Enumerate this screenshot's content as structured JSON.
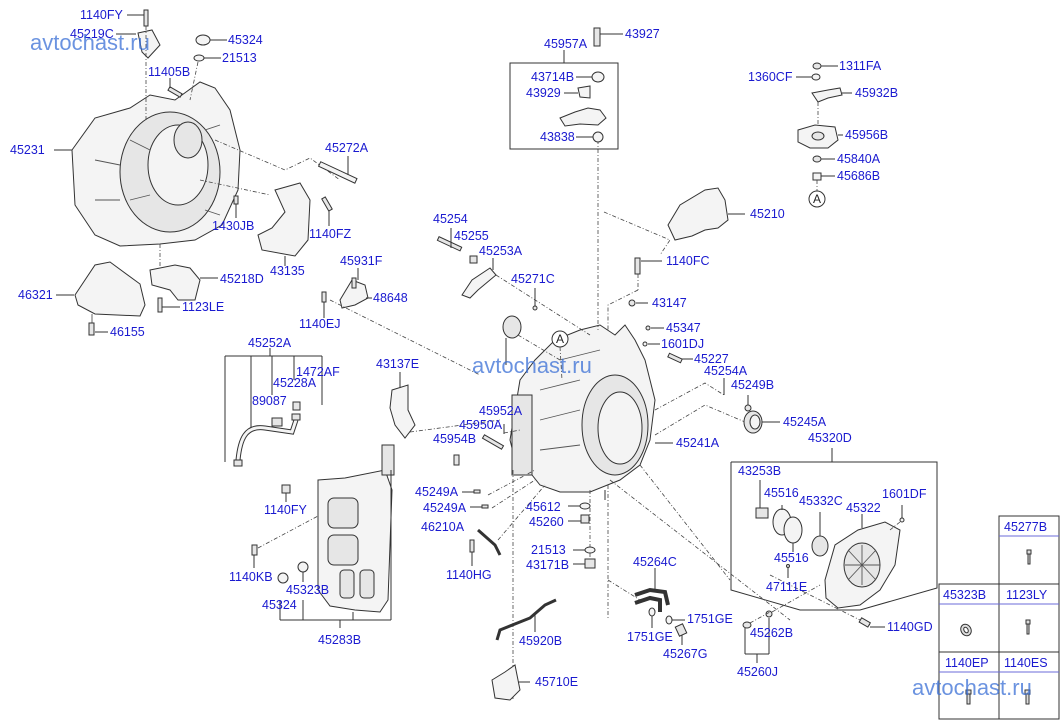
{
  "diagram": {
    "type": "exploded parts diagram",
    "subject": "automatic transmission case and related parts",
    "watermark": "avtochast.ru",
    "reference_marker": "A",
    "labels": {
      "l1140FY_top": "1140FY",
      "l45219C": "45219C",
      "l45324_top": "45324",
      "l21513_top": "21513",
      "l11405B": "11405B",
      "l45231": "45231",
      "l45272A": "45272A",
      "l1430JB": "1430JB",
      "l1140FZ": "1140FZ",
      "l43135": "43135",
      "l45218D": "45218D",
      "l46321": "46321",
      "l1123LE": "1123LE",
      "l46155": "46155",
      "l45931F": "45931F",
      "l48648": "48648",
      "l1140EJ": "1140EJ",
      "l45252A": "45252A",
      "l1472AF": "1472AF",
      "l45228A": "45228A",
      "l89087": "89087",
      "l43137E": "43137E",
      "l45952A": "45952A",
      "l45950A": "45950A",
      "l45954B": "45954B",
      "l1140FY_mid": "1140FY",
      "l1140KB": "1140KB",
      "l45323B": "45323B",
      "l45324_bot": "45324",
      "l45283B": "45283B",
      "l45249A_1": "45249A",
      "l45249A_2": "45249A",
      "l46210A": "46210A",
      "l1140HG": "1140HG",
      "l45612": "45612",
      "l45260": "45260",
      "l21513_bot": "21513",
      "l43171B": "43171B",
      "l45920B": "45920B",
      "l45710E": "45710E",
      "l45264C": "45264C",
      "l1751GE_r": "1751GE",
      "l1751GE_l": "1751GE",
      "l45267G": "45267G",
      "l45957A": "45957A",
      "l43927": "43927",
      "l43714B": "43714B",
      "l43929": "43929",
      "l43838": "43838",
      "l45254": "45254",
      "l45255": "45255",
      "l45253A": "45253A",
      "l45271C": "45271C",
      "l1140FC": "1140FC",
      "l45210": "45210",
      "l43147": "43147",
      "l45347": "45347",
      "l1601DJ": "1601DJ",
      "l45227": "45227",
      "l45254A": "45254A",
      "l45249B": "45249B",
      "l45245A": "45245A",
      "l45241A": "45241A",
      "l1311FA": "1311FA",
      "l1360CF": "1360CF",
      "l45932B": "45932B",
      "l45956B": "45956B",
      "l45840A": "45840A",
      "l45686B": "45686B",
      "l45320D": "45320D",
      "l43253B": "43253B",
      "l45516_a": "45516",
      "l45332C": "45332C",
      "l45322": "45322",
      "l1601DF": "1601DF",
      "l45516_b": "45516",
      "l47111E": "47111E",
      "l1140GD": "1140GD",
      "l45262B": "45262B",
      "l45260J": "45260J"
    },
    "legend_table": [
      {
        "part": "45277B",
        "icon": "bolt-icon"
      },
      {
        "part": "45323B",
        "icon": "washer-icon"
      },
      {
        "part": "1123LY",
        "icon": "bolt-icon"
      },
      {
        "part": "1140EP",
        "icon": "bolt-icon"
      },
      {
        "part": "1140ES",
        "icon": "bolt-icon"
      }
    ]
  }
}
